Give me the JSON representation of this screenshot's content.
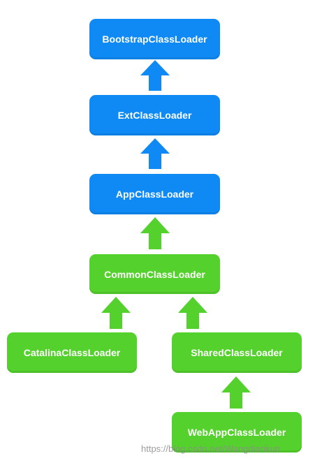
{
  "colors": {
    "jvm_loader": "#0f8af5",
    "tomcat_loader": "#55d12d",
    "text": "#ffffff",
    "watermark": "#8c8c8c"
  },
  "nodes": {
    "bootstrap": "BootstrapClassLoader",
    "ext": "ExtClassLoader",
    "app": "AppClassLoader",
    "common": "CommonClassLoader",
    "catalina": "CatalinaClassLoader",
    "shared": "SharedClassLoader",
    "webapp": "WebAppClassLoader"
  },
  "edges": [
    {
      "from": "ext",
      "to": "bootstrap"
    },
    {
      "from": "app",
      "to": "ext"
    },
    {
      "from": "common",
      "to": "app"
    },
    {
      "from": "catalina",
      "to": "common"
    },
    {
      "from": "shared",
      "to": "common"
    },
    {
      "from": "webapp",
      "to": "shared"
    }
  ],
  "watermark": "https://blog.csdn.net/Wangdiankun"
}
